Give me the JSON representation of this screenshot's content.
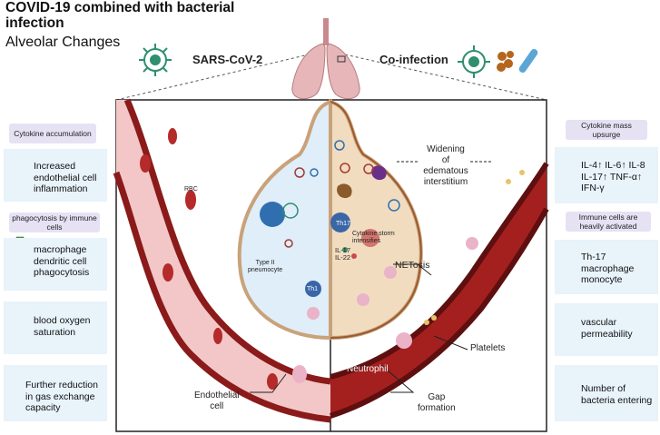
{
  "title": "COVID-19 combined with bacterial infection",
  "subtitle": "Alveolar Changes",
  "left_panel_label": "SARS-CoV-2",
  "right_panel_label": "Co-infection",
  "left_sidebar": {
    "pill_1": "Cytokine accumulation",
    "box_1": [
      "Increased",
      "endothelial cell",
      "inflammation"
    ],
    "pill_2": "phagocytosis by immune cells",
    "box_2": [
      "macrophage",
      "dendritic cell",
      "phagocytosis"
    ],
    "box_3": [
      "blood oxygen",
      "saturation"
    ],
    "box_4": [
      "Further reduction",
      "in gas exchange",
      "capacity"
    ]
  },
  "right_sidebar": {
    "pill_1": "Cytokine mass upsurge",
    "box_1": [
      "IL-4↑ IL-6↑ IL-8",
      "IL-17↑ TNF-α↑",
      "IFN-γ"
    ],
    "pill_2": "Immune cells are heavily activated",
    "box_2": [
      "Th-17",
      "macrophage",
      "monocyte"
    ],
    "box_3": [
      "vascular",
      "permeability"
    ],
    "box_4": [
      "Number of",
      "bacteria entering"
    ]
  },
  "diagram_labels": {
    "rbc": "RBC",
    "type2": [
      "Type II",
      "pneumocyte"
    ],
    "widening": [
      "Widening",
      "of",
      "edematous",
      "interstitium"
    ],
    "cytokine_storm": [
      "Cytokine storm",
      "intensifies"
    ],
    "il": [
      "IL-17",
      "IL-22"
    ],
    "netosis": "NETosis",
    "platelets": "Platelets",
    "neutrophil": "Neutrophil",
    "endothelial": [
      "Endothelial",
      "cell"
    ],
    "gap": [
      "Gap",
      "formation"
    ],
    "th17_tag": "Th17",
    "th1_tag": "Th1"
  },
  "colors": {
    "arrow_up": "#a33a33",
    "arrow_down": "#4fa64a",
    "pill_bg": "#e6e2f4",
    "box_bg": "#e8f3fa",
    "vessel_dark": "#8b1a1a",
    "alveolus_left": "#dfeef8",
    "alveolus_right": "#f1dcc0",
    "virus_green": "#2f8f6f"
  }
}
